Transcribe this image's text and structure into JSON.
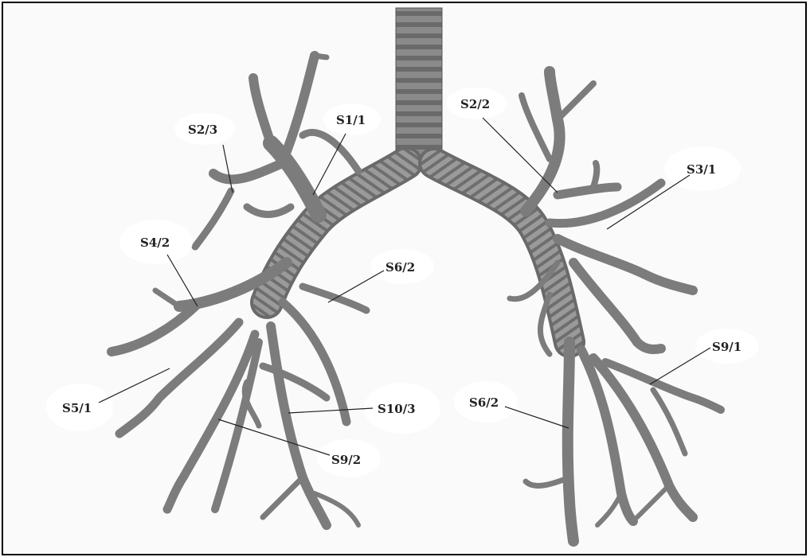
{
  "labels": {
    "s2_3": "S2/3",
    "s1_1": "S1/1",
    "s2_2": "S2/2",
    "s3_1": "S3/1",
    "s4_2": "S4/2",
    "s6_2_left": "S6/2",
    "s5_1": "S5/1",
    "s10_3": "S10/3",
    "s9_2": "S9/2",
    "s9_1": "S9/1",
    "s6_2_right": "S6/2"
  },
  "colors": {
    "airway_dark": "#6e6e6e",
    "airway_mid": "#8c8c8c",
    "airway_light": "#b4b4b4",
    "frame": "#000000",
    "background": "#fafafa"
  }
}
